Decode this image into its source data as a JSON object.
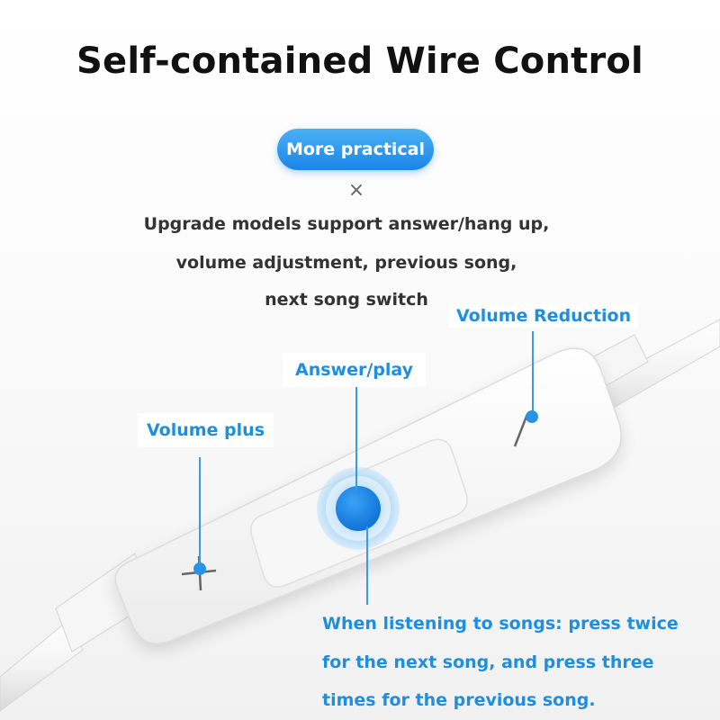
{
  "title": "Self-contained Wire Control",
  "badge": "More practical",
  "times_symbol": "×",
  "description": [
    "Upgrade models support answer/hang up,",
    "volume adjustment, previous song,",
    "next song switch"
  ],
  "labels": {
    "volume_reduction": "Volume Reduction",
    "answer_play": "Answer/play",
    "volume_plus": "Volume plus"
  },
  "note": [
    "When listening to songs:  press twice",
    "for the next song, and press three",
    "times for the previous song."
  ],
  "colors": {
    "accent": "#1e8fe0",
    "badge_gradient_top": "#4ab0f5",
    "badge_gradient_bottom": "#1a85e6"
  }
}
